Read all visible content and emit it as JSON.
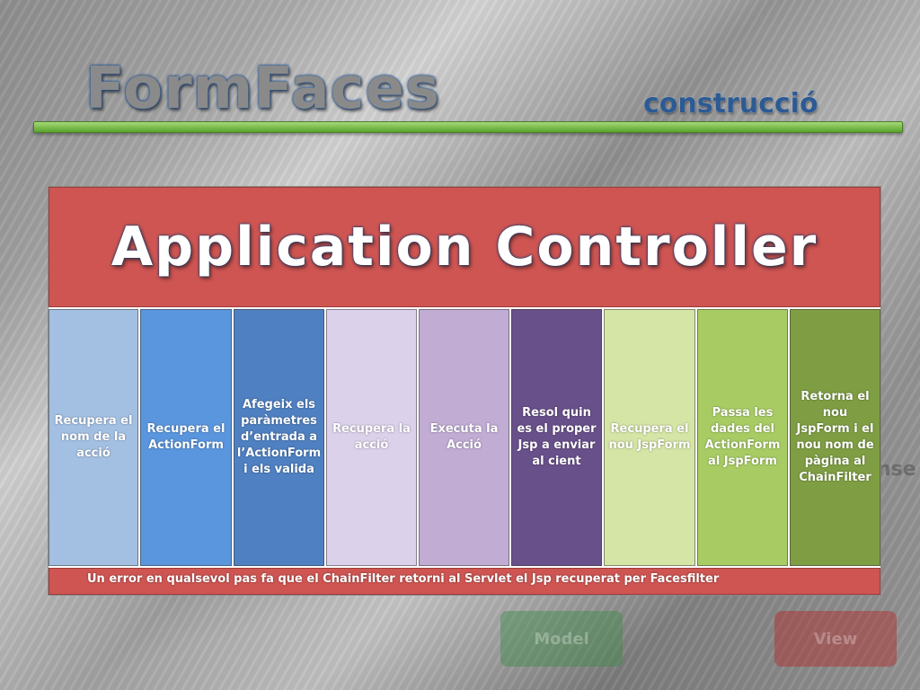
{
  "slide": {
    "title": "FormFaces",
    "subtitle": "construcció"
  },
  "diagram": {
    "header": "Application Controller",
    "steps": [
      {
        "label": "Recupera el nom de la acció",
        "color": "#a3c0e3"
      },
      {
        "label": "Recupera el ActionForm",
        "color": "#5a96de"
      },
      {
        "label": "Afegeix els paràmetres d’entrada a l’ActionForm i els valida",
        "color": "#4f80c2"
      },
      {
        "label": "Recupera la acció",
        "color": "#dcd1ea"
      },
      {
        "label": "Executa la Acció",
        "color": "#c1acd4"
      },
      {
        "label": "Resol quin es el proper Jsp a enviar al cient",
        "color": "#68508b"
      },
      {
        "label": "Recupera el nou JspForm",
        "color": "#d5e5a6"
      },
      {
        "label": "Passa les dades del ActionForm al JspForm",
        "color": "#a8cc63"
      },
      {
        "label": "Retorna el nou JspForm i el nou nom de pàgina al ChainFilter",
        "color": "#7f9e43"
      }
    ],
    "footer": "Un error en qualsevol pas fa que el ChainFilter retorni al Servlet el Jsp recuperat per Facesfilter"
  },
  "background": {
    "model_label": "Model",
    "view_label": "View",
    "partial_text": "nse"
  },
  "colors": {
    "header": "#ce5552",
    "title_accent": "#2c5a94",
    "rule": "#6cb83c"
  }
}
